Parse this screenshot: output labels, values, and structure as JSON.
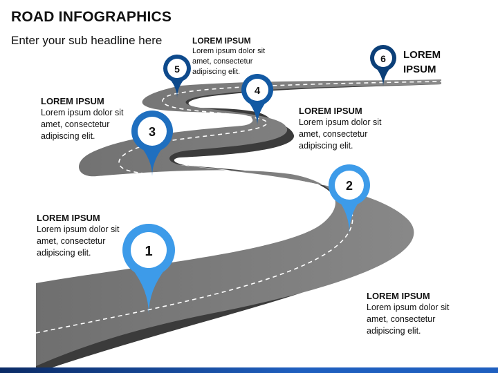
{
  "header": {
    "title": "ROAD INFOGRAPHICS",
    "subtitle": "Enter your sub headline here"
  },
  "milestones": [
    {
      "number": "1",
      "heading": "LOREM IPSUM",
      "body_lines": [
        "Lorem ipsum dolor sit",
        "amet, consectetur",
        "adipiscing elit."
      ]
    },
    {
      "number": "2",
      "heading": "LOREM IPSUM",
      "body_lines": [
        "Lorem ipsum dolor sit",
        "amet, consectetur",
        "adipiscing elit."
      ]
    },
    {
      "number": "3",
      "heading": "LOREM IPSUM",
      "body_lines": [
        "Lorem ipsum dolor sit",
        "amet, consectetur",
        "adipiscing elit."
      ]
    },
    {
      "number": "4",
      "heading": "LOREM IPSUM",
      "body_lines": [
        "Lorem ipsum dolor sit",
        "amet, consectetur",
        "adipiscing elit."
      ]
    },
    {
      "number": "5",
      "heading": "LOREM IPSUM",
      "body_lines": [
        "Lorem ipsum dolor sit",
        "amet, consectetur",
        "adipiscing elit."
      ]
    },
    {
      "number": "6",
      "heading_lines": [
        "LOREM",
        "IPSUM"
      ]
    }
  ],
  "colors": {
    "road_top": "#7a7a7a",
    "road_side": "#3a3a3a",
    "lane_marking": "#ffffff",
    "pin_light_blue": "#3d9be9",
    "pin_dark_blue": "#0f4e8f",
    "pin_inner": "#ffffff",
    "bottom_bar": "#1f5fbf"
  }
}
